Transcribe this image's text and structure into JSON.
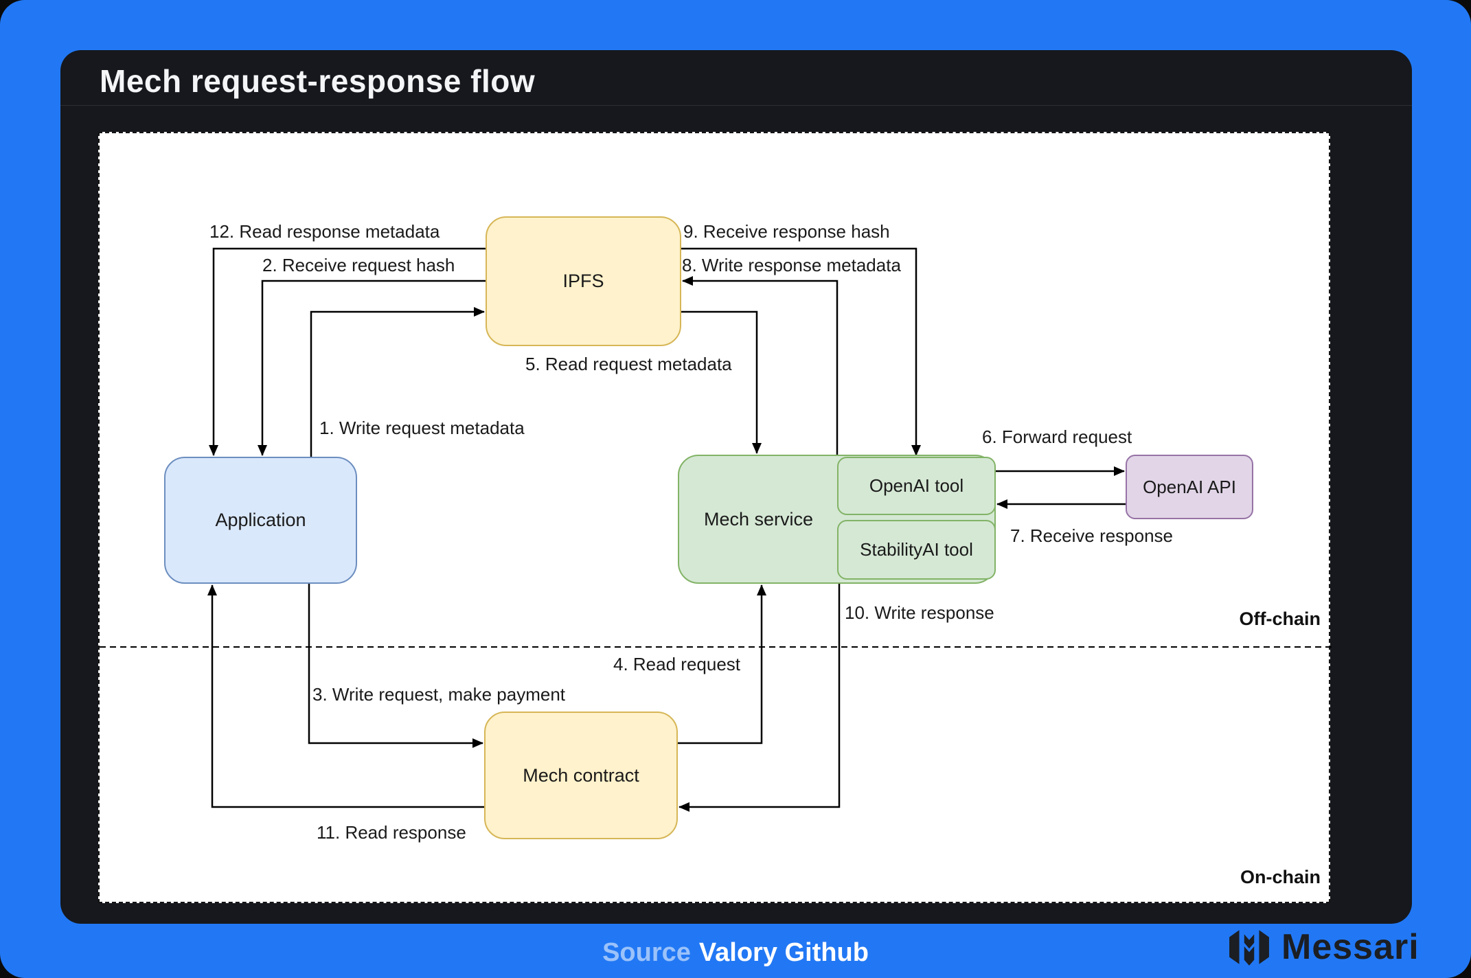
{
  "header": {
    "title": "Mech request-response flow"
  },
  "regions": {
    "off_chain": "Off-chain",
    "on_chain": "On-chain"
  },
  "nodes": {
    "ipfs": "IPFS",
    "application": "Application",
    "mech_service": "Mech service",
    "openai_tool": "OpenAI tool",
    "stabilityai_tool": "StabilityAI tool",
    "openai_api": "OpenAI API",
    "mech_contract": "Mech contract"
  },
  "edges": {
    "e1": "1. Write request metadata",
    "e2": "2. Receive request hash",
    "e3": "3. Write request, make payment",
    "e4": "4. Read request",
    "e5": "5. Read request metadata",
    "e6": "6. Forward request",
    "e7": "7. Receive response",
    "e8": "8. Write response metadata",
    "e9": "9. Receive response hash",
    "e10": "10. Write response",
    "e11": "11. Read response",
    "e12": "12. Read response metadata"
  },
  "footer": {
    "source_prefix": "Source",
    "source_name": "Valory Github",
    "brand": "Messari"
  },
  "colors": {
    "page_background": "#2278F4",
    "window_background": "#16181D",
    "panel_background": "#FFFFFF",
    "edge_color": "#000000",
    "node_yellow_fill": "#FFF2CC",
    "node_yellow_border": "#D6B656",
    "node_green_fill": "#D5E8D4",
    "node_green_border": "#82B366",
    "node_blue_fill": "#DAE8FC",
    "node_blue_border": "#6C8EBF",
    "node_purple_fill": "#E1D5E7",
    "node_purple_border": "#9673A6",
    "brand_color": "#1B1E23"
  }
}
